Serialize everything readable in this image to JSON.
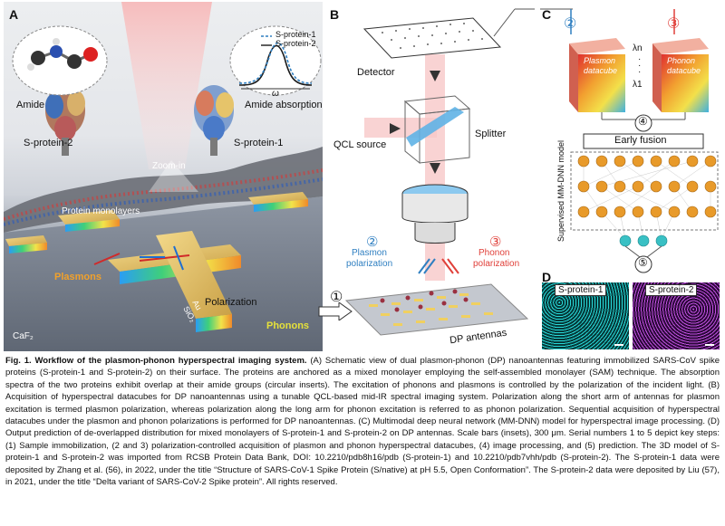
{
  "panels": {
    "a": {
      "label": "A",
      "amide_label": "Amide",
      "absorption_label": "Amide absorption",
      "legend_s1": "S-protein-1",
      "legend_s2": "S-protein-2",
      "omega": "ω",
      "s2_label": "S-protein-2",
      "s1_label": "S-protein-1",
      "zoom_label": "Zoom-in",
      "monolayer_label": "Protein monolayers",
      "plasmons_label": "Plasmons",
      "polarization_label": "Polarization",
      "au_label": "Au",
      "sio2_label": "SiO₂",
      "phonons_label": "Phonons",
      "caf2_label": "CaF₂"
    },
    "b": {
      "label": "B",
      "detector_label": "Detector",
      "splitter_label": "Splitter",
      "qcl_label": "QCL source",
      "plasmon_num": "②",
      "plasmon_pol_label_1": "Plasmon",
      "plasmon_pol_label_2": "polarization",
      "phonon_num": "③",
      "phonon_pol_label_1": "Phonon",
      "phonon_pol_label_2": "polarization",
      "step1": "①",
      "antennas_label": "DP antennas"
    },
    "c": {
      "label": "C",
      "step2": "②",
      "step3": "③",
      "plasmon_cube_1": "Plasmon",
      "plasmon_cube_2": "datacube",
      "phonon_cube_1": "Phonon",
      "phonon_cube_2": "datacube",
      "lambda_n": "λn",
      "lambda_1": "λ1",
      "step4": "④",
      "early_fusion": "Early fusion",
      "model_label": "Supervised MM-DNN model",
      "step5": "⑤"
    },
    "d": {
      "label": "D",
      "s1_label": "S-protein-1",
      "s2_label": "S-protein-2"
    }
  },
  "colors": {
    "plasmon": "#2f7fc1",
    "phonon": "#e0403a",
    "node_orange": "#e89a2a",
    "node_teal": "#39c0c4",
    "cyan_map": "#28d8d8",
    "magenta_map": "#c050e0"
  },
  "caption": {
    "title": "Fig. 1. Workflow of the plasmon-phonon hyperspectral imaging system.",
    "body": " (A) Schematic view of dual plasmon-phonon (DP) nanoantennas featuring immobilized SARS-CoV spike proteins (S-protein-1 and S-protein-2) on their surface. The proteins are anchored as a mixed monolayer employing the self-assembled monolayer (SAM) technique. The absorption spectra of the two proteins exhibit overlap at their amide groups (circular inserts). The excitation of phonons and plasmons is controlled by the polarization of the incident light. (B) Acquisition of hyperspectral datacubes for DP nanoantennas using a tunable QCL-based mid-IR spectral imaging system. Polarization along the short arm of antennas for plasmon excitation is termed plasmon polarization, whereas polarization along the long arm for phonon excitation is referred to as phonon polarization. Sequential acquisition of hyperspectral datacubes under the plasmon and phonon polarizations is performed for DP nanoantennas. (C) Multimodal deep neural network (MM-DNN) model for hyperspectral image processing. (D) Output prediction of de-overlapped distribution for mixed monolayers of S-protein-1 and S-protein-2 on DP antennas. Scale bars (insets), 300 μm. Serial numbers 1 to 5 depict key steps: (1) Sample immobilization, (2 and 3) polarization-controlled acquisition of plasmon and phonon hyperspectral datacubes, (4) image processing, and (5) prediction. The 3D model of S-protein-1 and S-protein-2 was imported from RCSB Protein Data Bank, DOI: 10.2210/pdb8h16/pdb (S-protein-1) and 10.2210/pdb7vhh/pdb (S-protein-2). The S-protein-1 data were deposited by Zhang et al. (56), in 2022, under the title “Structure of SARS-CoV-1 Spike Protein (S/native) at pH 5.5, Open Conformation”. The S-protein-2 data were deposited by Liu (57), in 2021, under the title “Delta variant of SARS-CoV-2 Spike protein”. All rights reserved."
  }
}
